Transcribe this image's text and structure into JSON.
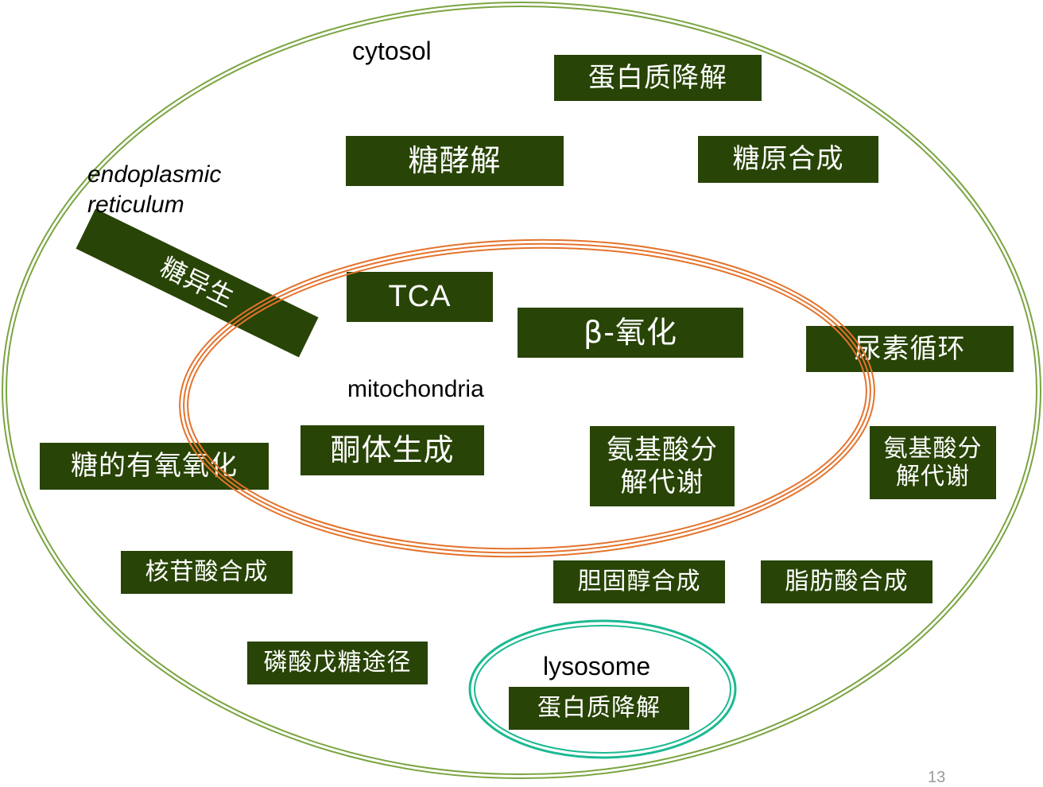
{
  "colors": {
    "cytosol_outline": "#7ba542",
    "mitochondria_outline": "#e4732c",
    "lysosome_outline": "#1cb992",
    "box_fill": "#284406",
    "box_text": "#ffffff"
  },
  "labels": {
    "cytosol": "cytosol",
    "er_line1": "endoplasmic",
    "er_line2": "reticulum",
    "mitochondria": "mitochondria",
    "lysosome": "lysosome",
    "page_number": "13"
  },
  "pathways": {
    "protein_degradation_cytosol": "蛋白质降解",
    "glycolysis": "糖酵解",
    "glycogenesis": "糖原合成",
    "gluconeogenesis": "糖异生",
    "tca": "TCA",
    "beta_oxidation": "β-氧化",
    "urea_cycle": "尿素循环",
    "aerobic_glucose_oxidation": "糖的有氧氧化",
    "ketogenesis": "酮体生成",
    "amino_acid_catabolism_mito_line1": "氨基酸分",
    "amino_acid_catabolism_mito_line2": "解代谢",
    "amino_acid_catabolism_cyto_line1": "氨基酸分",
    "amino_acid_catabolism_cyto_line2": "解代谢",
    "nucleotide_synthesis": "核苷酸合成",
    "cholesterol_synthesis": "胆固醇合成",
    "fatty_acid_synthesis": "脂肪酸合成",
    "pentose_phosphate_pathway": "磷酸戊糖途径",
    "protein_degradation_lysosome": "蛋白质降解"
  }
}
